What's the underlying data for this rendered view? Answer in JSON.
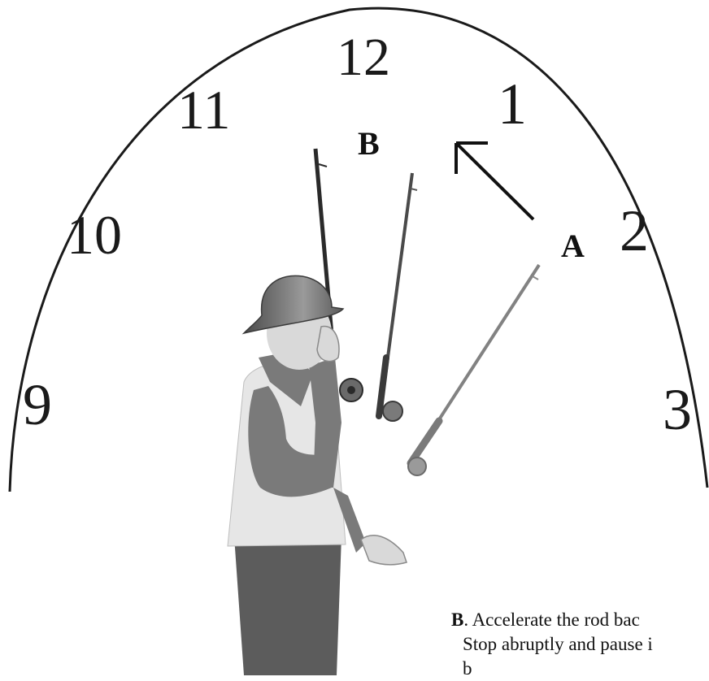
{
  "clock": {
    "numbers": [
      "12",
      "1",
      "2",
      "3",
      "9",
      "10",
      "11"
    ]
  },
  "labels": {
    "a": "A",
    "b": "B"
  },
  "caption": {
    "bold_letter": "B",
    "line1_rest": ". Accelerate the rod bac",
    "line2": "Stop abruptly and pause i",
    "line3": "b"
  },
  "colors": {
    "ink": "#1a1a1a",
    "rod_dark": "#3a3a3a",
    "rod_light": "#8a8a8a",
    "helmet": "#6e6e6e",
    "face": "#d9d9d9",
    "vest": "#e6e6e6",
    "shirt": "#7a7a7a",
    "pants": "#5c5c5c"
  }
}
